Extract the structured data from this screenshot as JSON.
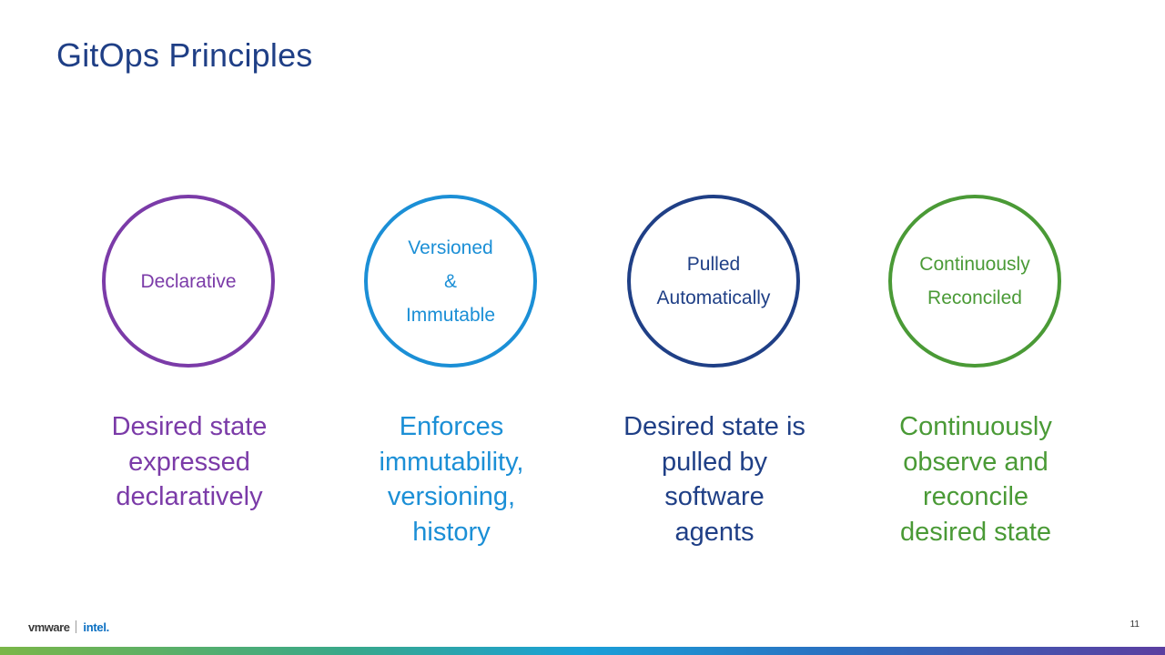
{
  "slide": {
    "title": "GitOps Principles",
    "page_number": "11"
  },
  "principles": [
    {
      "circle_lines": [
        "Declarative"
      ],
      "description_lines": [
        "Desired state",
        "expressed",
        "declaratively"
      ],
      "color": "#7b3ba8"
    },
    {
      "circle_lines": [
        "Versioned",
        "&",
        "Immutable"
      ],
      "description_lines": [
        "Enforces",
        "immutability,",
        "versioning,",
        "history"
      ],
      "color": "#1b8fd6"
    },
    {
      "circle_lines": [
        "Pulled",
        "Automatically"
      ],
      "description_lines": [
        "Desired state is",
        "pulled by",
        "software",
        "agents"
      ],
      "color": "#1f3f86"
    },
    {
      "circle_lines": [
        "Continuously",
        "Reconciled"
      ],
      "description_lines": [
        "Continuously",
        "observe and",
        "reconcile",
        "desired state"
      ],
      "color": "#4a9a36"
    }
  ],
  "footer": {
    "logo_vmware": "vmware",
    "logo_intel": "intel."
  },
  "colors": {
    "title": "#1f3f86",
    "purple": "#7b3ba8",
    "sky": "#1b8fd6",
    "navy": "#1f3f86",
    "green": "#4a9a36"
  }
}
